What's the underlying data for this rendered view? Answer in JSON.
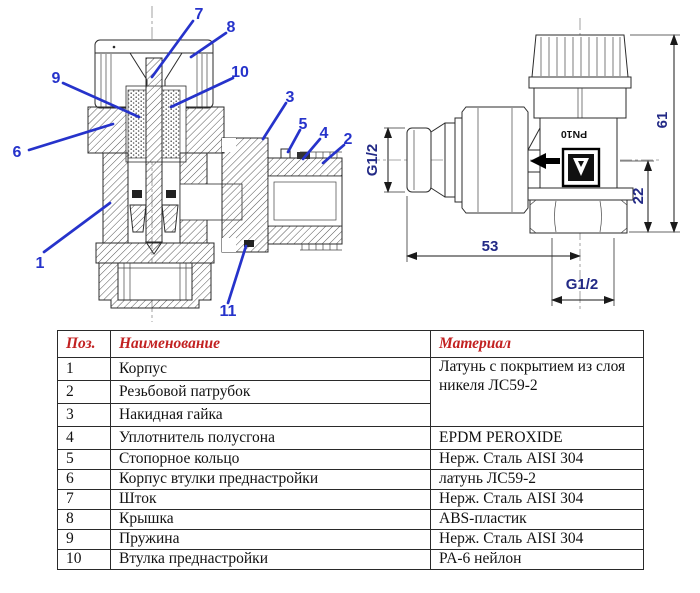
{
  "drawings": {
    "cross_section": {
      "callouts": [
        "1",
        "2",
        "3",
        "4",
        "5",
        "6",
        "7",
        "8",
        "9",
        "10",
        "11"
      ]
    },
    "dimensioned_view": {
      "marking": "PN10",
      "dims": {
        "total_height": "61",
        "axis_to_bottom": "22",
        "length": "53",
        "side_thread": "G1/2",
        "bottom_thread": "G1/2"
      }
    }
  },
  "parts_table": {
    "headers": {
      "pos": "Поз.",
      "name": "Наименование",
      "material": "Материал"
    },
    "rows": [
      {
        "pos": "1",
        "name": "Корпус",
        "material": "Латунь с покрытием из слоя никеля ЛС59-2"
      },
      {
        "pos": "2",
        "name": "Резьбовой патрубок"
      },
      {
        "pos": "3",
        "name": "Накидная гайка"
      },
      {
        "pos": "4",
        "name": "Уплотнитель полусгона",
        "material": "EPDM PEROXIDE"
      },
      {
        "pos": "5",
        "name": "Стопорное кольцо",
        "material": "Нерж. Сталь AISI 304"
      },
      {
        "pos": "6",
        "name": "Корпус втулки преднастройки",
        "material": "латунь ЛС59-2"
      },
      {
        "pos": "7",
        "name": "Шток",
        "material": "Нерж. Сталь AISI 304"
      },
      {
        "pos": "8",
        "name": "Крышка",
        "material": "ABS-пластик"
      },
      {
        "pos": "9",
        "name": "Пружина",
        "material": "Нерж. Сталь AISI 304"
      },
      {
        "pos": "10",
        "name": "Втулка преднастройки",
        "material": "PA-6 нейлон"
      }
    ]
  },
  "colors": {
    "callout_blue": "#2633cb",
    "dimension_navy": "#232a86",
    "table_header_red": "#c22121",
    "line_black": "#2b2b2b"
  }
}
